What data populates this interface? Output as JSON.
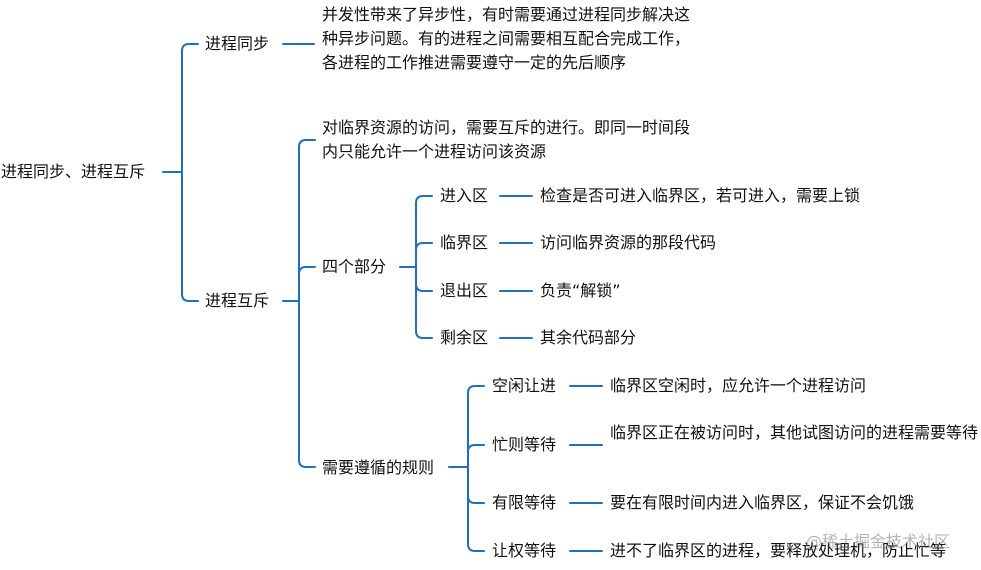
{
  "colors": {
    "line": "#1f6fc5",
    "text": "#111111"
  },
  "root": {
    "label": "进程同步、进程互斥"
  },
  "branch_sync": {
    "label": "进程同步",
    "note": "并发性带来了异步性，有时需要通过进程同步解决这种异步问题。有的进程之间需要相互配合完成工作，各进程的工作推进需要遵守一定的先后顺序"
  },
  "branch_mutex": {
    "label": "进程互斥",
    "note": "对临界资源的访问，需要互斥的进行。即同一时间段内只能允许一个进程访问该资源",
    "four_parts": {
      "label": "四个部分",
      "items": [
        {
          "label": "进入区",
          "desc": "检查是否可进入临界区，若可进入，需要上锁"
        },
        {
          "label": "临界区",
          "desc": "访问临界资源的那段代码"
        },
        {
          "label": "退出区",
          "desc": "负责“解锁”"
        },
        {
          "label": "剩余区",
          "desc": "其余代码部分"
        }
      ]
    },
    "rules": {
      "label": "需要遵循的规则",
      "items": [
        {
          "label": "空闲让进",
          "desc": "临界区空闲时，应允许一个进程访问"
        },
        {
          "label": "忙则等待",
          "desc": "临界区正在被访问时，其他试图访问的进程需要等待"
        },
        {
          "label": "有限等待",
          "desc": "要在有限时间内进入临界区，保证不会饥饿"
        },
        {
          "label": "让权等待",
          "desc": "进不了临界区的进程，要释放处理机，防止忙等"
        }
      ]
    }
  },
  "watermark": "@稀土掘金技术社区"
}
